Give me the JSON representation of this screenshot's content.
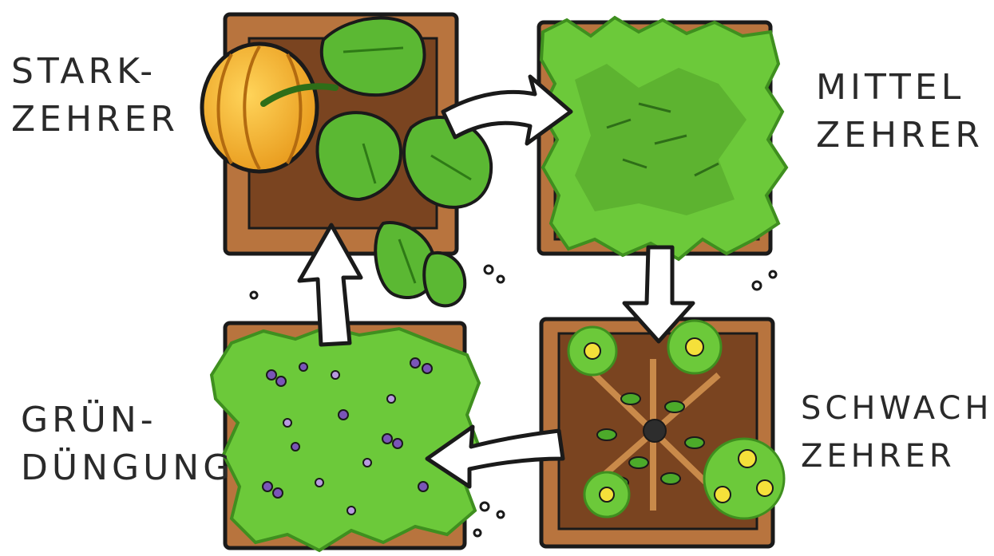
{
  "labels": {
    "stark": [
      "STARK-",
      "ZEHRER"
    ],
    "mittel": [
      "MITTEL",
      "ZEHRER"
    ],
    "schwach": [
      "SCHWACH-",
      "ZEHRER"
    ],
    "gruen": [
      "GRÜN-",
      "DÜNGUNG"
    ]
  },
  "colors": {
    "soil_border": "#b8743e",
    "soil_dark": "#7a4420",
    "foliage_green": "#6cc93a",
    "foliage_dark": "#3f8f1f",
    "pumpkin": "#f2b43a",
    "flower_yellow": "#f5e03a",
    "flower_purple": "#7a55b8",
    "arrow_fill": "#ffffff",
    "outline": "#1a1a1a"
  }
}
